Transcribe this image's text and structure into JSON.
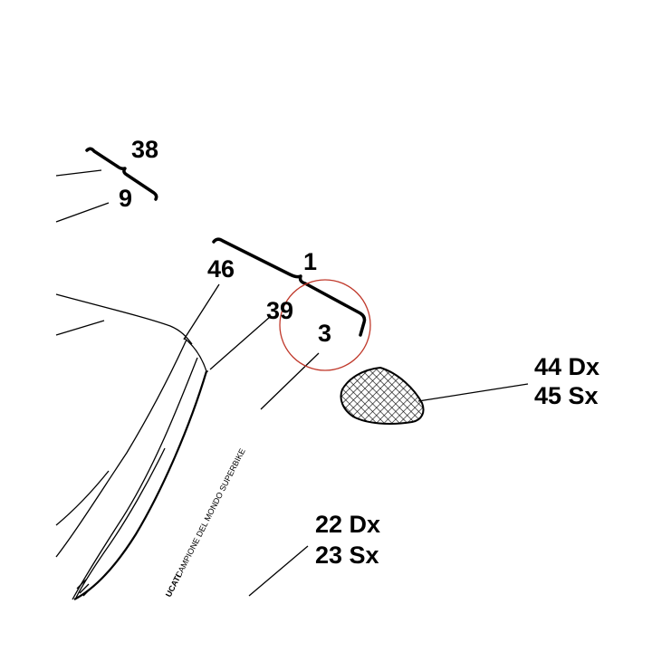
{
  "labels": {
    "l38": "38",
    "l9": "9",
    "l46": "46",
    "l1": "1",
    "l39": "39",
    "l3": "3",
    "l44": "44 Dx",
    "l45": "45 Sx",
    "l22": "22 Dx",
    "l23": "23 Sx"
  },
  "decal": {
    "brand": "UCATI",
    "text": "CAMPIONE DEL MONDO SUPERBIKE"
  },
  "colors": {
    "lines": "#000000",
    "highlight_circle": "#c0392b"
  }
}
